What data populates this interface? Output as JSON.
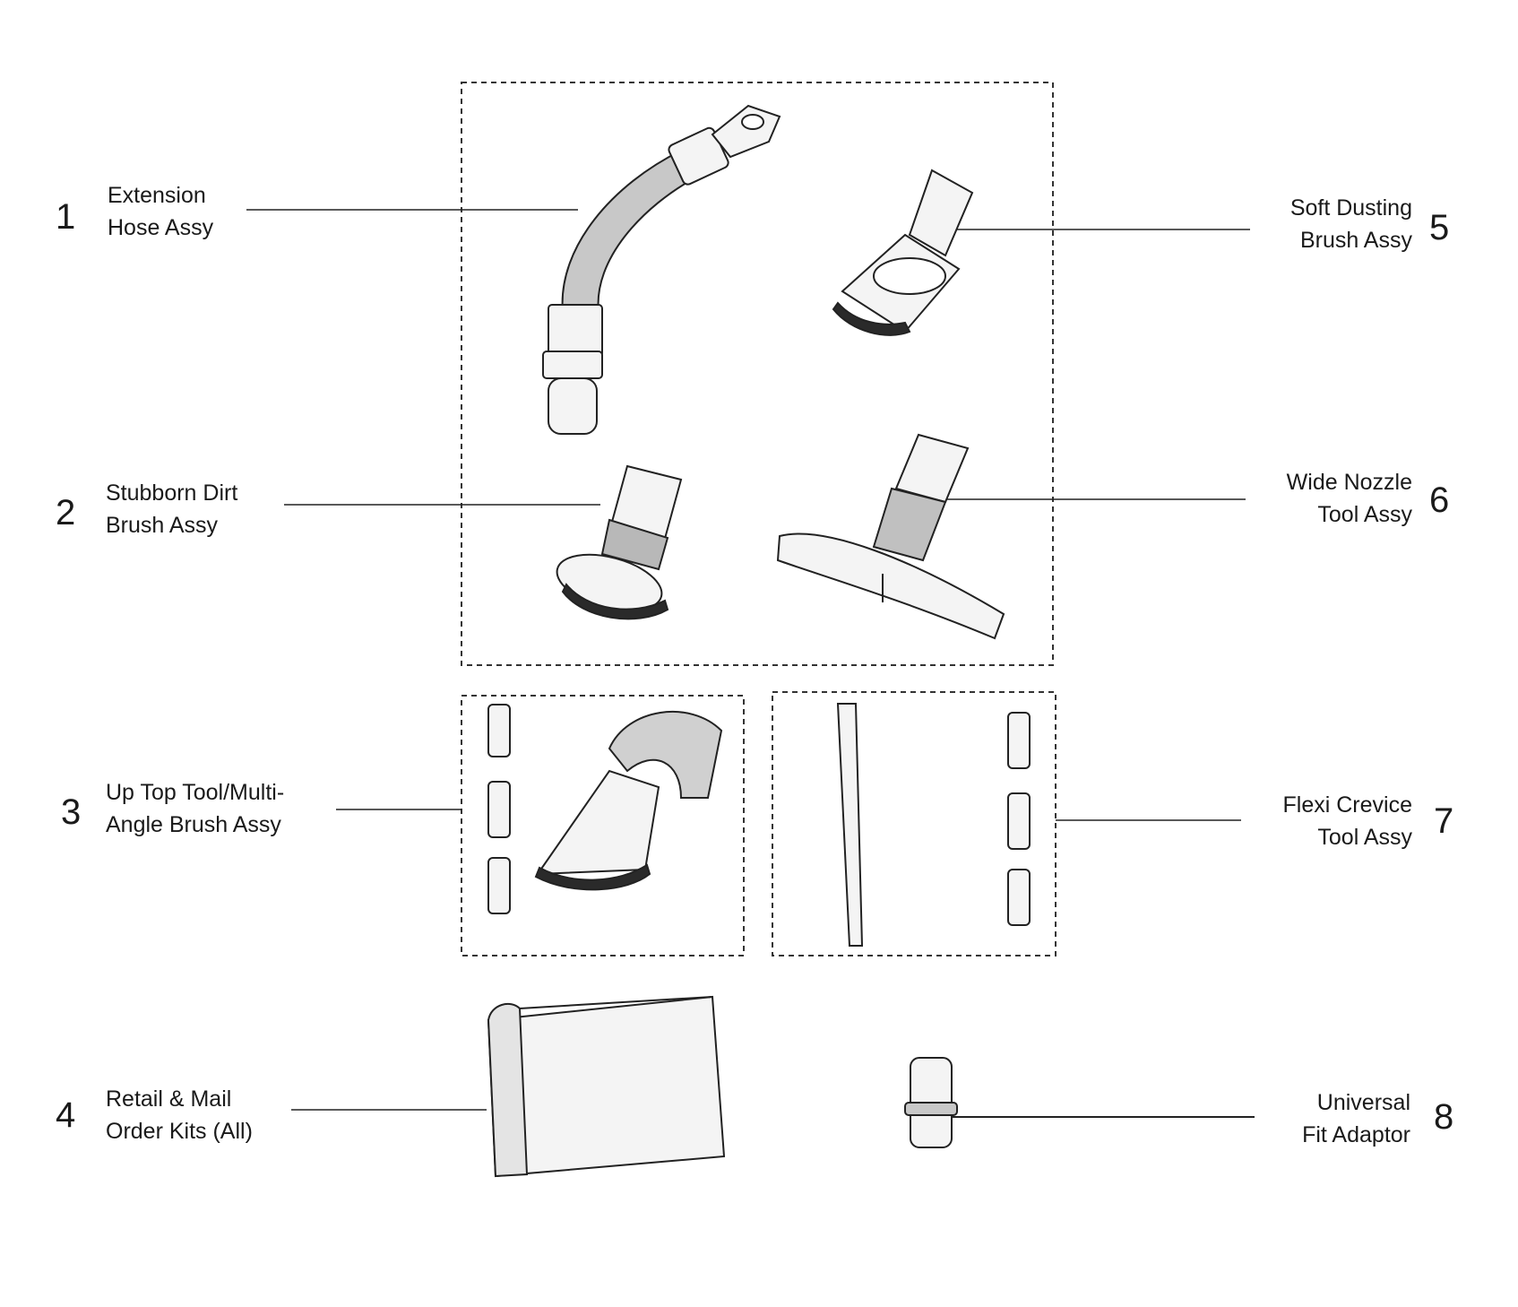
{
  "parts": [
    {
      "number": "1",
      "line1": "Extension",
      "line2": "Hose Assy"
    },
    {
      "number": "2",
      "line1": "Stubborn Dirt",
      "line2": "Brush Assy"
    },
    {
      "number": "3",
      "line1": "Up Top Tool/Multi-",
      "line2": "Angle Brush Assy"
    },
    {
      "number": "4",
      "line1": "Retail & Mail",
      "line2": "Order Kits (All)"
    },
    {
      "number": "5",
      "line1": "Soft Dusting",
      "line2": "Brush Assy"
    },
    {
      "number": "6",
      "line1": "Wide Nozzle",
      "line2": "Tool Assy"
    },
    {
      "number": "7",
      "line1": "Flexi Crevice",
      "line2": "Tool Assy"
    },
    {
      "number": "8",
      "line1": "Universal",
      "line2": "Fit Adaptor"
    }
  ],
  "colors": {
    "ink": "#1a1a1a",
    "fill": "#f4f4f4",
    "shade": "#b8b8b8",
    "bristle": "#2a2a2a"
  }
}
